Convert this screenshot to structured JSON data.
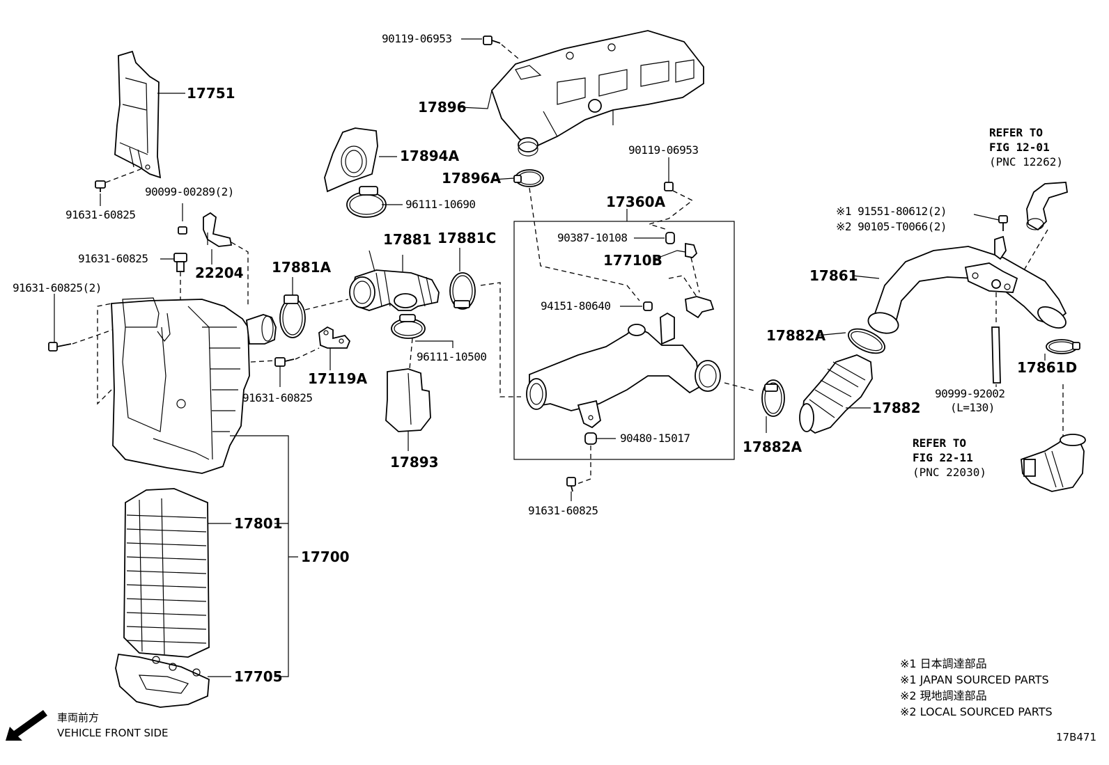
{
  "callouts": {
    "p90119_top": "90119-06953",
    "p17751": "17751",
    "p17896": "17896",
    "p17894A": "17894A",
    "p17896A": "17896A",
    "p96111_10690": "96111-10690",
    "p90119_mid": "90119-06953",
    "p17360A": "17360A",
    "p90099": "90099-00289(2)",
    "p91631_a": "91631-60825",
    "p91631_b": "91631-60825",
    "p91631_c": "91631-60825(2)",
    "p22204": "22204",
    "p17881A": "17881A",
    "p17881": "17881",
    "p17881C": "17881C",
    "p90387": "90387-10108",
    "p17710B": "17710B",
    "p94151": "94151-80640",
    "p17119A": "17119A",
    "p91631_d": "91631-60825",
    "p96111_10500": "96111-10500",
    "p17893": "17893",
    "p90480": "90480-15017",
    "p91631_e": "91631-60825",
    "p17861": "17861",
    "p17882A_top": "17882A",
    "p17882": "17882",
    "p17882A_bot": "17882A",
    "p17861D": "17861D",
    "p90999": "90999-92002",
    "p90999_len": "(L=130)",
    "p17801": "17801",
    "p17700": "17700",
    "p17705": "17705",
    "p91551_line": "※1 91551-80612(2)",
    "p90105_line": "※2 90105-T0066(2)"
  },
  "refer_top": {
    "line1": "REFER TO",
    "line2": "FIG 12-01",
    "line3": "(PNC 12262)"
  },
  "refer_bottom": {
    "line1": "REFER TO",
    "line2": "FIG 22-11",
    "line3": "(PNC 22030)"
  },
  "legend": {
    "l1": "※1 日本調達部品",
    "l2": "※1 JAPAN SOURCED PARTS",
    "l3": "※2 現地調達部品",
    "l4": "※2 LOCAL SOURCED PARTS"
  },
  "front": {
    "jp": "車両前方",
    "en": "VEHICLE FRONT SIDE"
  },
  "figure_id": "17B471"
}
